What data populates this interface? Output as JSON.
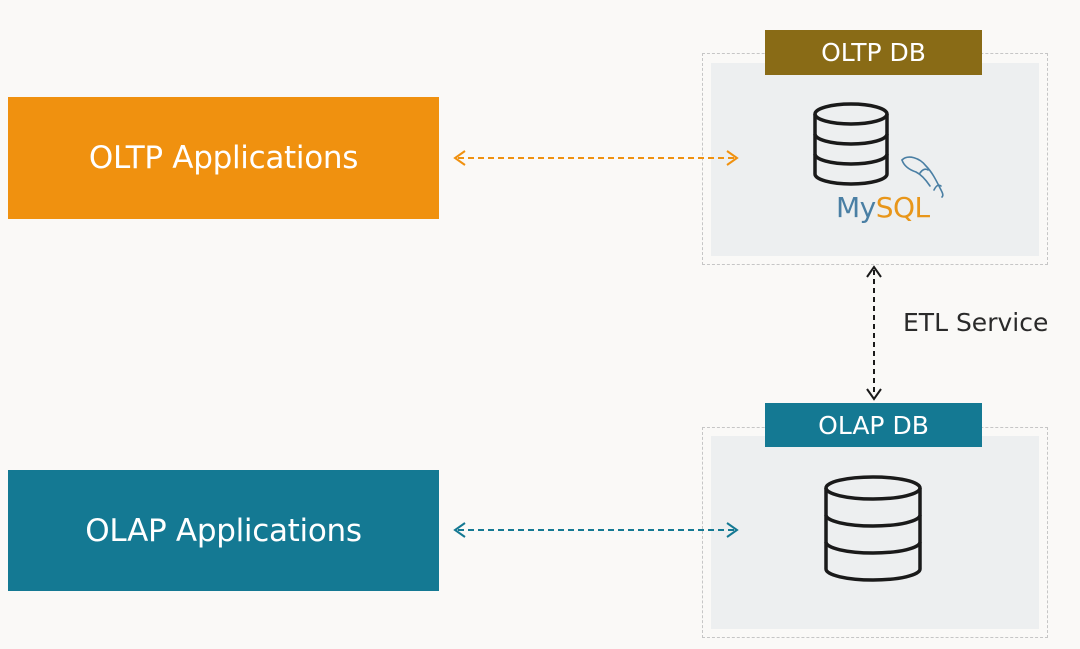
{
  "oltp_app": {
    "label": "OLTP Applications",
    "color": "#f0910f"
  },
  "olap_app": {
    "label": "OLAP Applications",
    "color": "#147993"
  },
  "oltp_db": {
    "label": "OLTP DB",
    "color": "#896b16",
    "engine_part1": "My",
    "engine_part2": "SQL"
  },
  "olap_db": {
    "label": "OLAP DB",
    "color": "#147993"
  },
  "etl": {
    "label": "ETL Service"
  },
  "icons": [
    "database-icon",
    "mysql-dolphin-icon",
    "bidirectional-arrow"
  ]
}
